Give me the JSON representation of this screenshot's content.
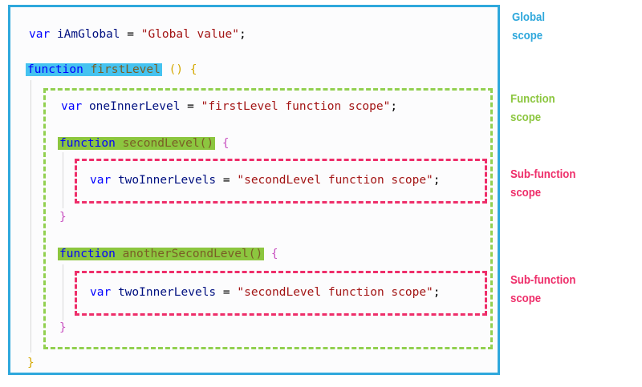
{
  "code": {
    "line1": {
      "kw": "var",
      "ident": "iAmGlobal",
      "op": " = ",
      "str": "\"Global value\"",
      "end": ";"
    },
    "line2": {
      "kw": "function",
      "name": "firstLevel",
      "parens": "()",
      "brace": "{"
    },
    "line3": {
      "kw": "var",
      "ident": "oneInnerLevel",
      "op": " = ",
      "str": "\"firstLevel function scope\"",
      "end": ";"
    },
    "line4": {
      "kw": "function",
      "name": "secondLevel()",
      "brace": "{"
    },
    "line5": {
      "kw": "var",
      "ident": "twoInnerLevels",
      "op": " = ",
      "str": "\"secondLevel function scope\"",
      "end": ";"
    },
    "line6": {
      "brace": "}"
    },
    "line7": {
      "kw": "function",
      "name": "anotherSecondLevel()",
      "brace": "{"
    },
    "line8": {
      "kw": "var",
      "ident": "twoInnerLevels",
      "op": " = ",
      "str": "\"secondLevel function scope\"",
      "end": ";"
    },
    "line9": {
      "brace": "}"
    },
    "line10": {
      "brace": "}"
    }
  },
  "labels": {
    "global": [
      "Global",
      "scope"
    ],
    "function": [
      "Function",
      "scope"
    ],
    "sub1": [
      "Sub-function",
      "scope"
    ],
    "sub2": [
      "Sub-function",
      "scope"
    ]
  },
  "colors": {
    "global": "#2fa8dc",
    "function": "#8cc63f",
    "sub_function": "#ee2e6a"
  }
}
